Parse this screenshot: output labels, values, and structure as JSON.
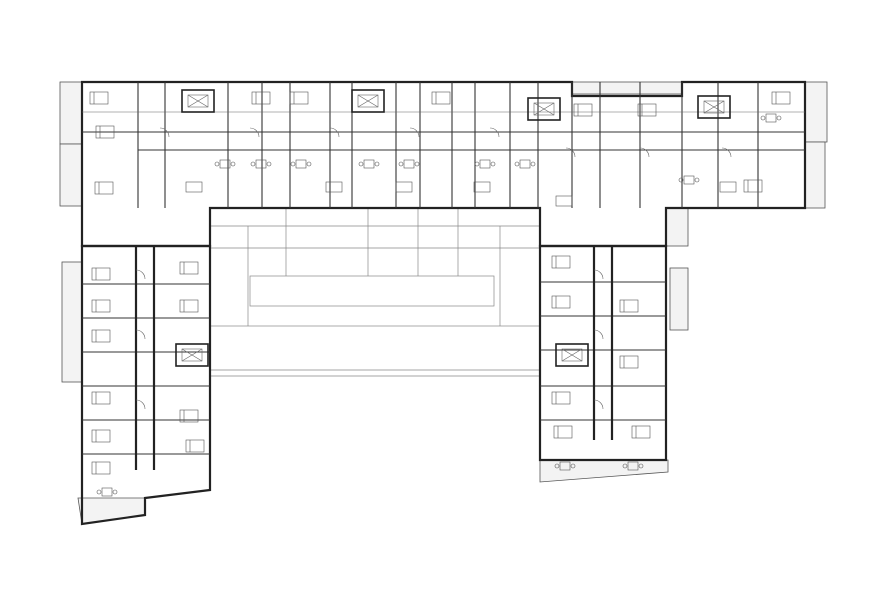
{
  "drawing": {
    "type": "architectural-floor-plan",
    "background": "#ffffff",
    "line_color": "#222222",
    "balcony_fill": "#f3f3f3"
  },
  "blocks": {
    "north_wing": {
      "units": 11,
      "stair_cores": 4
    },
    "west_wing": {
      "units": 9,
      "stair_cores": 1
    },
    "east_wing": {
      "units": 6,
      "stair_cores": 1
    }
  },
  "courtyard": {
    "visible": true
  }
}
